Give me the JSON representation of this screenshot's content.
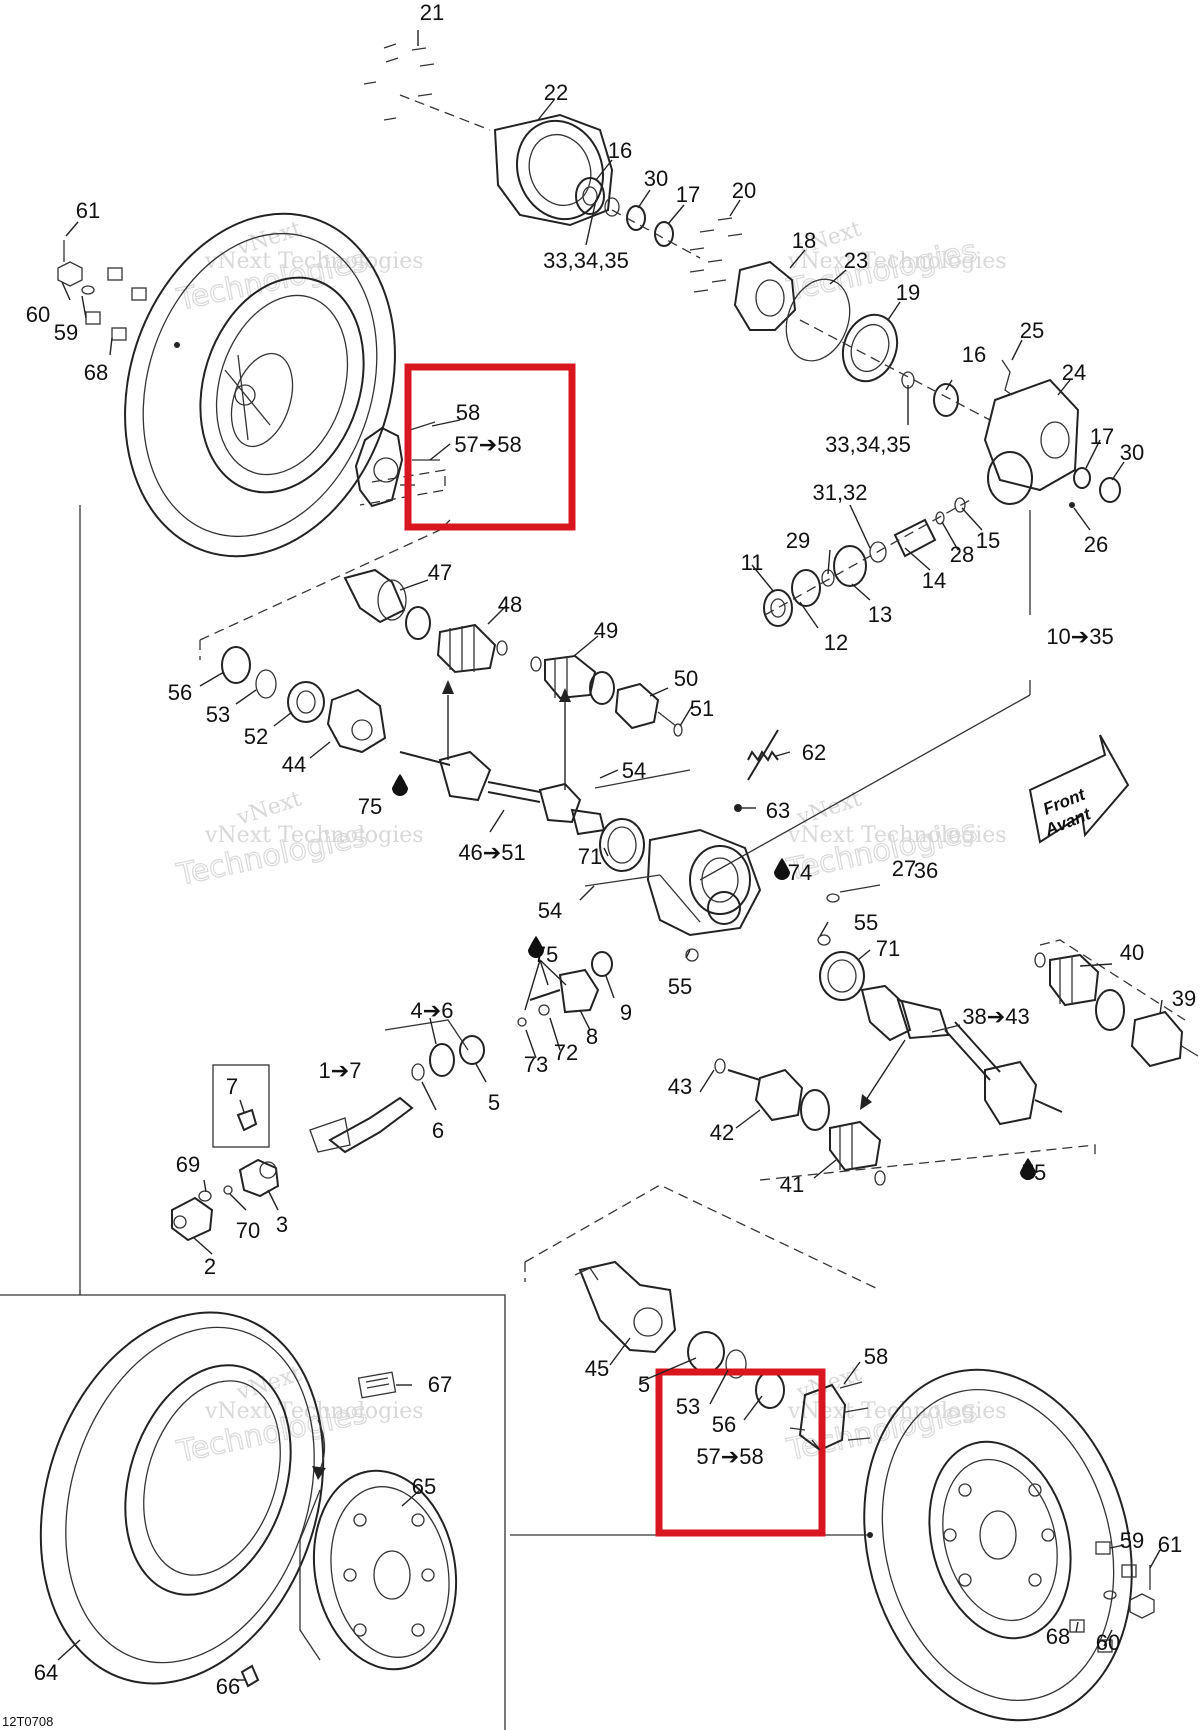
{
  "diagram": {
    "reference_code": "12T0708",
    "direction_arrow": {
      "line1": "Front",
      "line2": "Avant"
    },
    "watermark": {
      "line1": "vNext",
      "line2": "vNext Technologies",
      "line3": "Technologies"
    },
    "highlight_color": "#d9161f",
    "labels": [
      "21",
      "22",
      "16",
      "30",
      "17",
      "20",
      "18",
      "23",
      "19",
      "33,34,35",
      "33,34,35",
      "25",
      "24",
      "16",
      "17",
      "30",
      "26",
      "15",
      "28",
      "14",
      "31,32",
      "29",
      "13",
      "11",
      "12",
      "10➔35",
      "61",
      "60",
      "59",
      "68",
      "58",
      "57➔58",
      "47",
      "48",
      "49",
      "50",
      "51",
      "56",
      "53",
      "52",
      "44",
      "75",
      "46➔51",
      "71",
      "54",
      "54",
      "62",
      "63",
      "74",
      "27",
      "36",
      "55",
      "71",
      "55",
      "75",
      "9",
      "8",
      "72",
      "73",
      "4➔6",
      "1➔7",
      "6",
      "5",
      "7",
      "69",
      "70",
      "3",
      "2",
      "40",
      "39",
      "38➔43",
      "43",
      "42",
      "41",
      "75",
      "45",
      "5",
      "53",
      "56",
      "57➔58",
      "58",
      "67",
      "65",
      "64",
      "66",
      "59",
      "61",
      "68",
      "60"
    ]
  }
}
